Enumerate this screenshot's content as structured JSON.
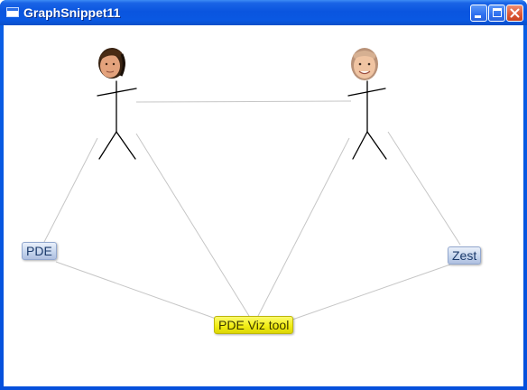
{
  "window": {
    "title": "GraphSnippet11"
  },
  "graph": {
    "nodes": {
      "person1": "",
      "person2": "",
      "pde": "PDE",
      "zest": "Zest",
      "viz": "PDE Viz tool"
    },
    "edges": [
      [
        "person1",
        "person2"
      ],
      [
        "person1",
        "pde"
      ],
      [
        "person1",
        "viz"
      ],
      [
        "person2",
        "viz"
      ],
      [
        "person2",
        "zest"
      ],
      [
        "pde",
        "viz"
      ],
      [
        "zest",
        "viz"
      ]
    ],
    "colors": {
      "edge": "#c6c6c6",
      "blue_node": "#c7d6ee",
      "yellow_node": "#f2ee14"
    }
  }
}
